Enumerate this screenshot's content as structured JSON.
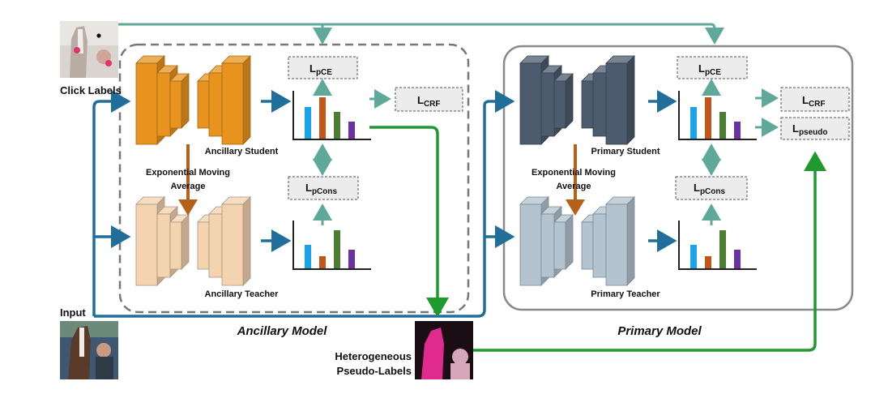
{
  "labels": {
    "click_labels": "Click Labels",
    "input": "Input",
    "hetero_line1": "Heterogeneous",
    "hetero_line2": "Pseudo-Labels",
    "ancillary_model": "Ancillary Model",
    "primary_model": "Primary Model",
    "ancillary_student": "Ancillary Student",
    "ancillary_teacher": "Ancillary Teacher",
    "primary_student": "Primary Student",
    "primary_teacher": "Primary Teacher",
    "ema_line1": "Exponential Moving",
    "ema_line2": "Average"
  },
  "losses": {
    "l_main": "L",
    "pce_sub": "pCE",
    "crf_sub": "CRF",
    "pcons_sub": "pCons",
    "pseudo_sub": "pseudo"
  },
  "colors": {
    "ancillary_student": "#e8931e",
    "ancillary_teacher": "#f3d3b0",
    "primary_student": "#4c5b6d",
    "primary_teacher": "#b3c3cf",
    "arrow_blue": "#1f6f9a",
    "arrow_teal": "#5fa89a",
    "arrow_green": "#1e9a2e",
    "arrow_brown": "#b5611a",
    "bar_blue": "#1aa3e8",
    "bar_orange": "#c1561b",
    "bar_green": "#4d7d32",
    "bar_purple": "#6a33a1"
  },
  "icons": [
    "click-labels-image",
    "input-image",
    "pseudo-label-image"
  ]
}
